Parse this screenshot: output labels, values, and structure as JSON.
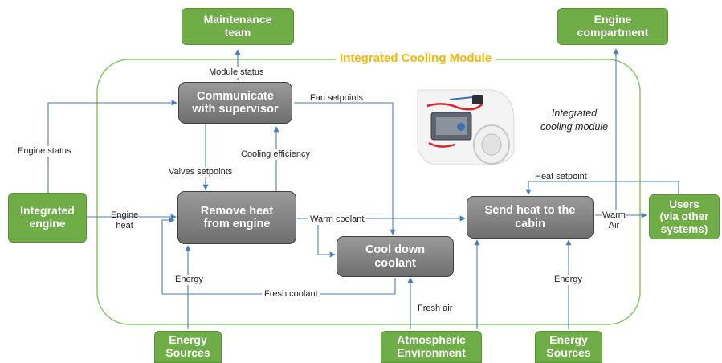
{
  "module": {
    "title": "Integrated Cooling Module",
    "caption_line1": "Integrated",
    "caption_line2": "cooling module",
    "image_icon": "car-cooling-module-photo"
  },
  "external": {
    "maintenance": [
      "Maintenance",
      "team"
    ],
    "engine_compartment": [
      "Engine",
      "compartment"
    ],
    "integrated_engine": [
      "Integrated",
      "engine"
    ],
    "users": [
      "Users",
      "(via other",
      "systems)"
    ],
    "energy_left": [
      "Energy",
      "Sources"
    ],
    "atmospheric": [
      "Atmospheric",
      "Environment"
    ],
    "energy_right": [
      "Energy",
      "Sources"
    ]
  },
  "functions": {
    "communicate": [
      "Communicate",
      "with supervisor"
    ],
    "remove_heat": [
      "Remove heat",
      "from engine"
    ],
    "cool_down": [
      "Cool down",
      "coolant"
    ],
    "send_heat": [
      "Send heat to the",
      "cabin"
    ]
  },
  "flows": {
    "module_status": "Module status",
    "fan_setpoints": "Fan setpoints",
    "engine_status": "Engine status",
    "cooling_efficiency": "Cooling efficiency",
    "valves_setpoints": "Valves setpoints",
    "engine_heat": [
      "Engine",
      "heat"
    ],
    "warm_coolant": "Warm coolant",
    "heat_setpoint": "Heat setpoint",
    "warm_air": [
      "Warm",
      "Air"
    ],
    "energy_left": "Energy",
    "energy_right": "Energy",
    "fresh_coolant": "Fresh coolant",
    "fresh_air": "Fresh air"
  },
  "colors": {
    "external_fill": "#6fad47",
    "module_border": "#8cc66a",
    "module_title": "#f5b800",
    "process_fill": "#808080",
    "arrow": "#4a7cc4"
  }
}
